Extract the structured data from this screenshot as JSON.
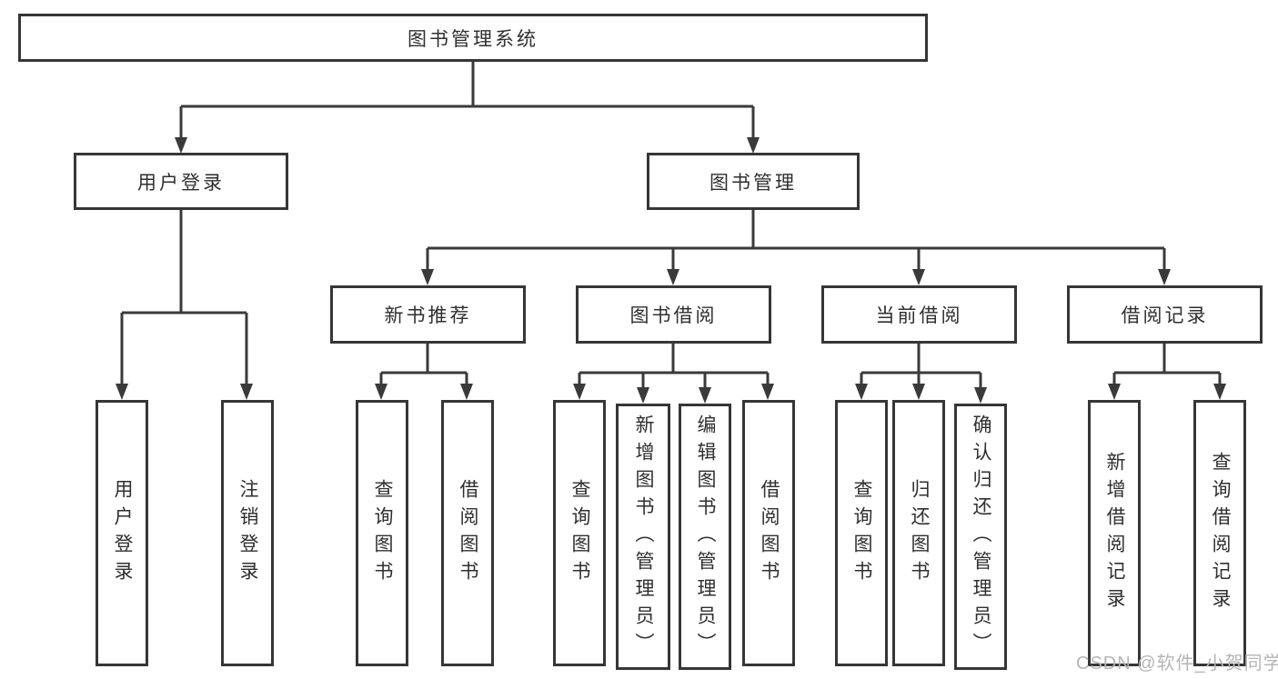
{
  "diagram": {
    "tree": {
      "label": "图书管理系统",
      "children": [
        {
          "label": "用户登录",
          "children": [
            {
              "label": "用户登录"
            },
            {
              "label": "注销登录"
            }
          ]
        },
        {
          "label": "图书管理",
          "children": [
            {
              "label": "新书推荐",
              "children": [
                {
                  "label": "查询图书"
                },
                {
                  "label": "借阅图书"
                }
              ]
            },
            {
              "label": "图书借阅",
              "children": [
                {
                  "label": "查询图书"
                },
                {
                  "label": "新增图书（管理员）"
                },
                {
                  "label": "编辑图书（管理员）"
                },
                {
                  "label": "借阅图书"
                }
              ]
            },
            {
              "label": "当前借阅",
              "children": [
                {
                  "label": "查询图书"
                },
                {
                  "label": "归还图书"
                },
                {
                  "label": "确认归还（管理员）"
                }
              ]
            },
            {
              "label": "借阅记录",
              "children": [
                {
                  "label": "新增借阅记录"
                },
                {
                  "label": "查询借阅记录"
                }
              ]
            }
          ]
        }
      ]
    }
  },
  "watermark": {
    "text": "CSDN @软件_小贺同学",
    "color": "#b5b5b5"
  },
  "colors": {
    "border": "#363636",
    "line": "#3a3a3a",
    "text": "#2f2f2f",
    "background": "#ffffff"
  }
}
